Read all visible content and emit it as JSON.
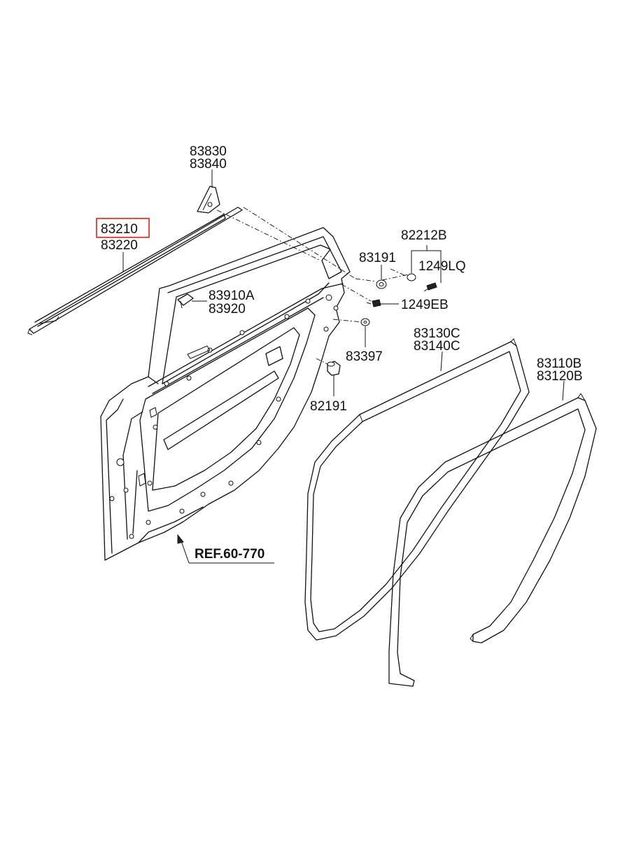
{
  "diagram": {
    "labels": {
      "p83830": "83830",
      "p83840": "83840",
      "p83210": "83210",
      "p83220": "83220",
      "p83910a": "83910A",
      "p83920": "83920",
      "p83191": "83191",
      "p82212b": "82212B",
      "p1249lq": "1249LQ",
      "p1249eb": "1249EB",
      "p83397": "83397",
      "p82191": "82191",
      "p83130c": "83130C",
      "p83140c": "83140C",
      "p83110b": "83110B",
      "p83120b": "83120B"
    },
    "reference": "REF.60-770",
    "highlight_color": "#e0201b"
  }
}
